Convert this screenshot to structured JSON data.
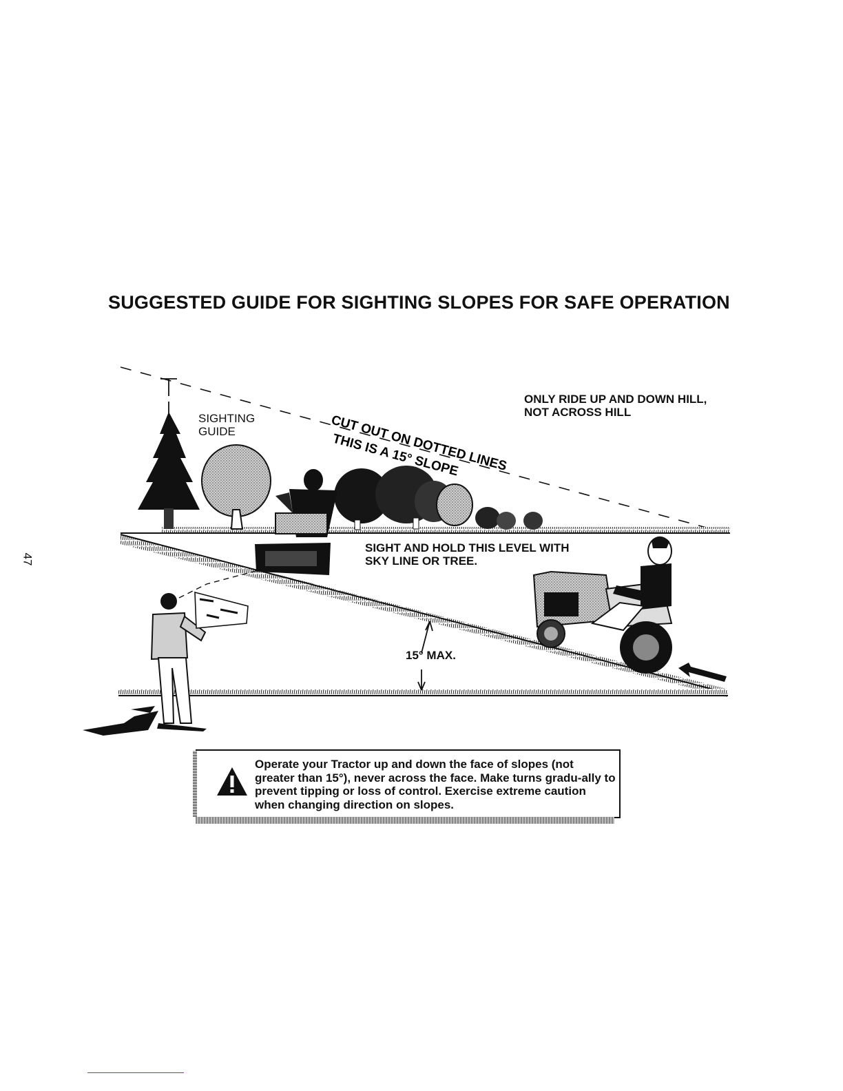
{
  "page": {
    "title": "SUGGESTED GUIDE FOR SIGHTING SLOPES FOR SAFE OPERATION",
    "page_number": "47"
  },
  "diagram": {
    "sighting_guide_label": "SIGHTING\nGUIDE",
    "cut_out_label": "CUT OUT ON DOTTED LINES",
    "slope_label": "THIS IS A 15° SLOPE",
    "ride_label": "ONLY RIDE UP AND DOWN HILL,\nNOT ACROSS HILL",
    "sight_label": "SIGHT AND HOLD THIS LEVEL WITH\nSKY LINE OR TREE.",
    "max_label": "15° MAX."
  },
  "warning": {
    "icon": "warning-triangle-icon",
    "text": "Operate your Tractor up and down the face of slopes (not greater than 15°), never across the face. Make turns gradu-ally to prevent tipping or loss of control. Exercise extreme caution when changing direction on slopes."
  }
}
